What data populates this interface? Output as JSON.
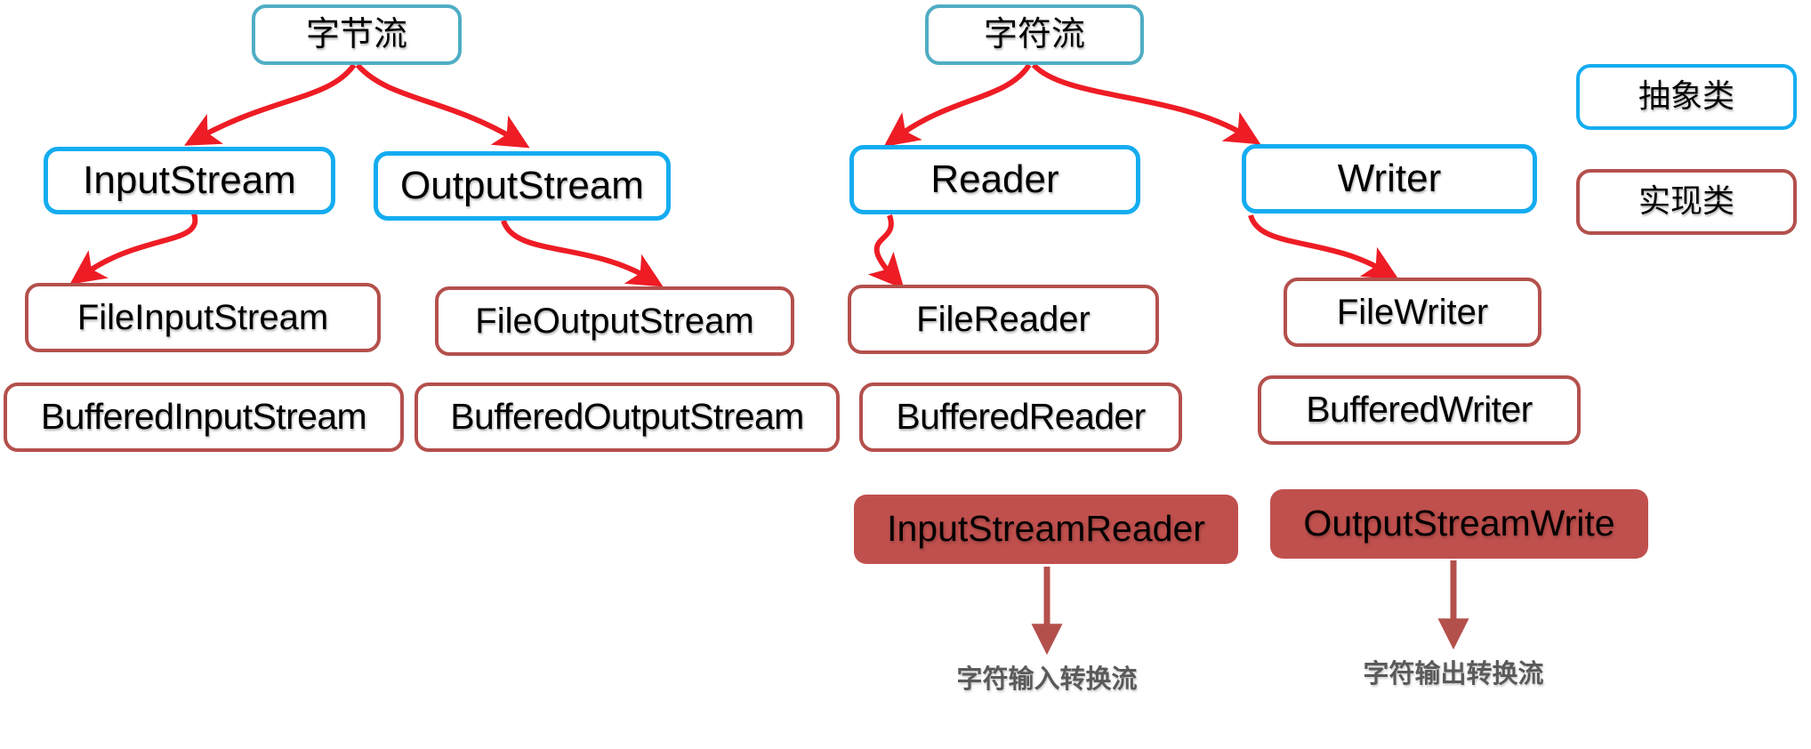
{
  "diagram": {
    "title_semantic": "java-io-stream-class-hierarchy",
    "colors": {
      "abstract_top_border": "#4FADC4",
      "abstract_border": "#14ACF0",
      "impl_border": "#B4504C",
      "filled_background": "#C0504D",
      "arrow_red": "#EE1C25",
      "arrow_brick": "#B4504C",
      "caption_gray": "#5A5A5A",
      "node_background": "#FFFFFF",
      "canvas_background": "#FFFFFF"
    }
  },
  "nodes": {
    "byte_stream": "字节流",
    "char_stream": "字符流",
    "input_stream": "InputStream",
    "output_stream": "OutputStream",
    "reader": "Reader",
    "writer": "Writer",
    "file_input_stream": "FileInputStream",
    "file_output_stream": "FileOutputStream",
    "file_reader": "FileReader",
    "file_writer": "FileWriter",
    "buffered_input_stream": "BufferedInputStream",
    "buffered_output_stream": "BufferedOutputStream",
    "buffered_reader": "BufferedReader",
    "buffered_writer": "BufferedWriter",
    "input_stream_reader": "InputStreamReader",
    "output_stream_write": "OutputStreamWrite"
  },
  "captions": {
    "input_converter": "字符输入转换流",
    "output_converter": "字符输出转换流"
  },
  "legend": {
    "abstract_label": "抽象类",
    "impl_label": "实现类"
  },
  "edges": [
    {
      "from": "字节流",
      "to": "InputStream",
      "style": "curved-red-arrow"
    },
    {
      "from": "字节流",
      "to": "OutputStream",
      "style": "curved-red-arrow"
    },
    {
      "from": "InputStream",
      "to": "FileInputStream",
      "style": "curved-red-arrow"
    },
    {
      "from": "OutputStream",
      "to": "FileOutputStream",
      "style": "curved-red-arrow"
    },
    {
      "from": "字符流",
      "to": "Reader",
      "style": "curved-red-arrow"
    },
    {
      "from": "字符流",
      "to": "Writer",
      "style": "curved-red-arrow"
    },
    {
      "from": "Reader",
      "to": "FileReader",
      "style": "curved-red-arrow"
    },
    {
      "from": "Writer",
      "to": "FileWriter",
      "style": "curved-red-arrow"
    },
    {
      "from": "InputStreamReader",
      "to": "字符输入转换流",
      "style": "straight-brick-arrow"
    },
    {
      "from": "OutputStreamWrite",
      "to": "字符输出转换流",
      "style": "straight-brick-arrow"
    }
  ]
}
